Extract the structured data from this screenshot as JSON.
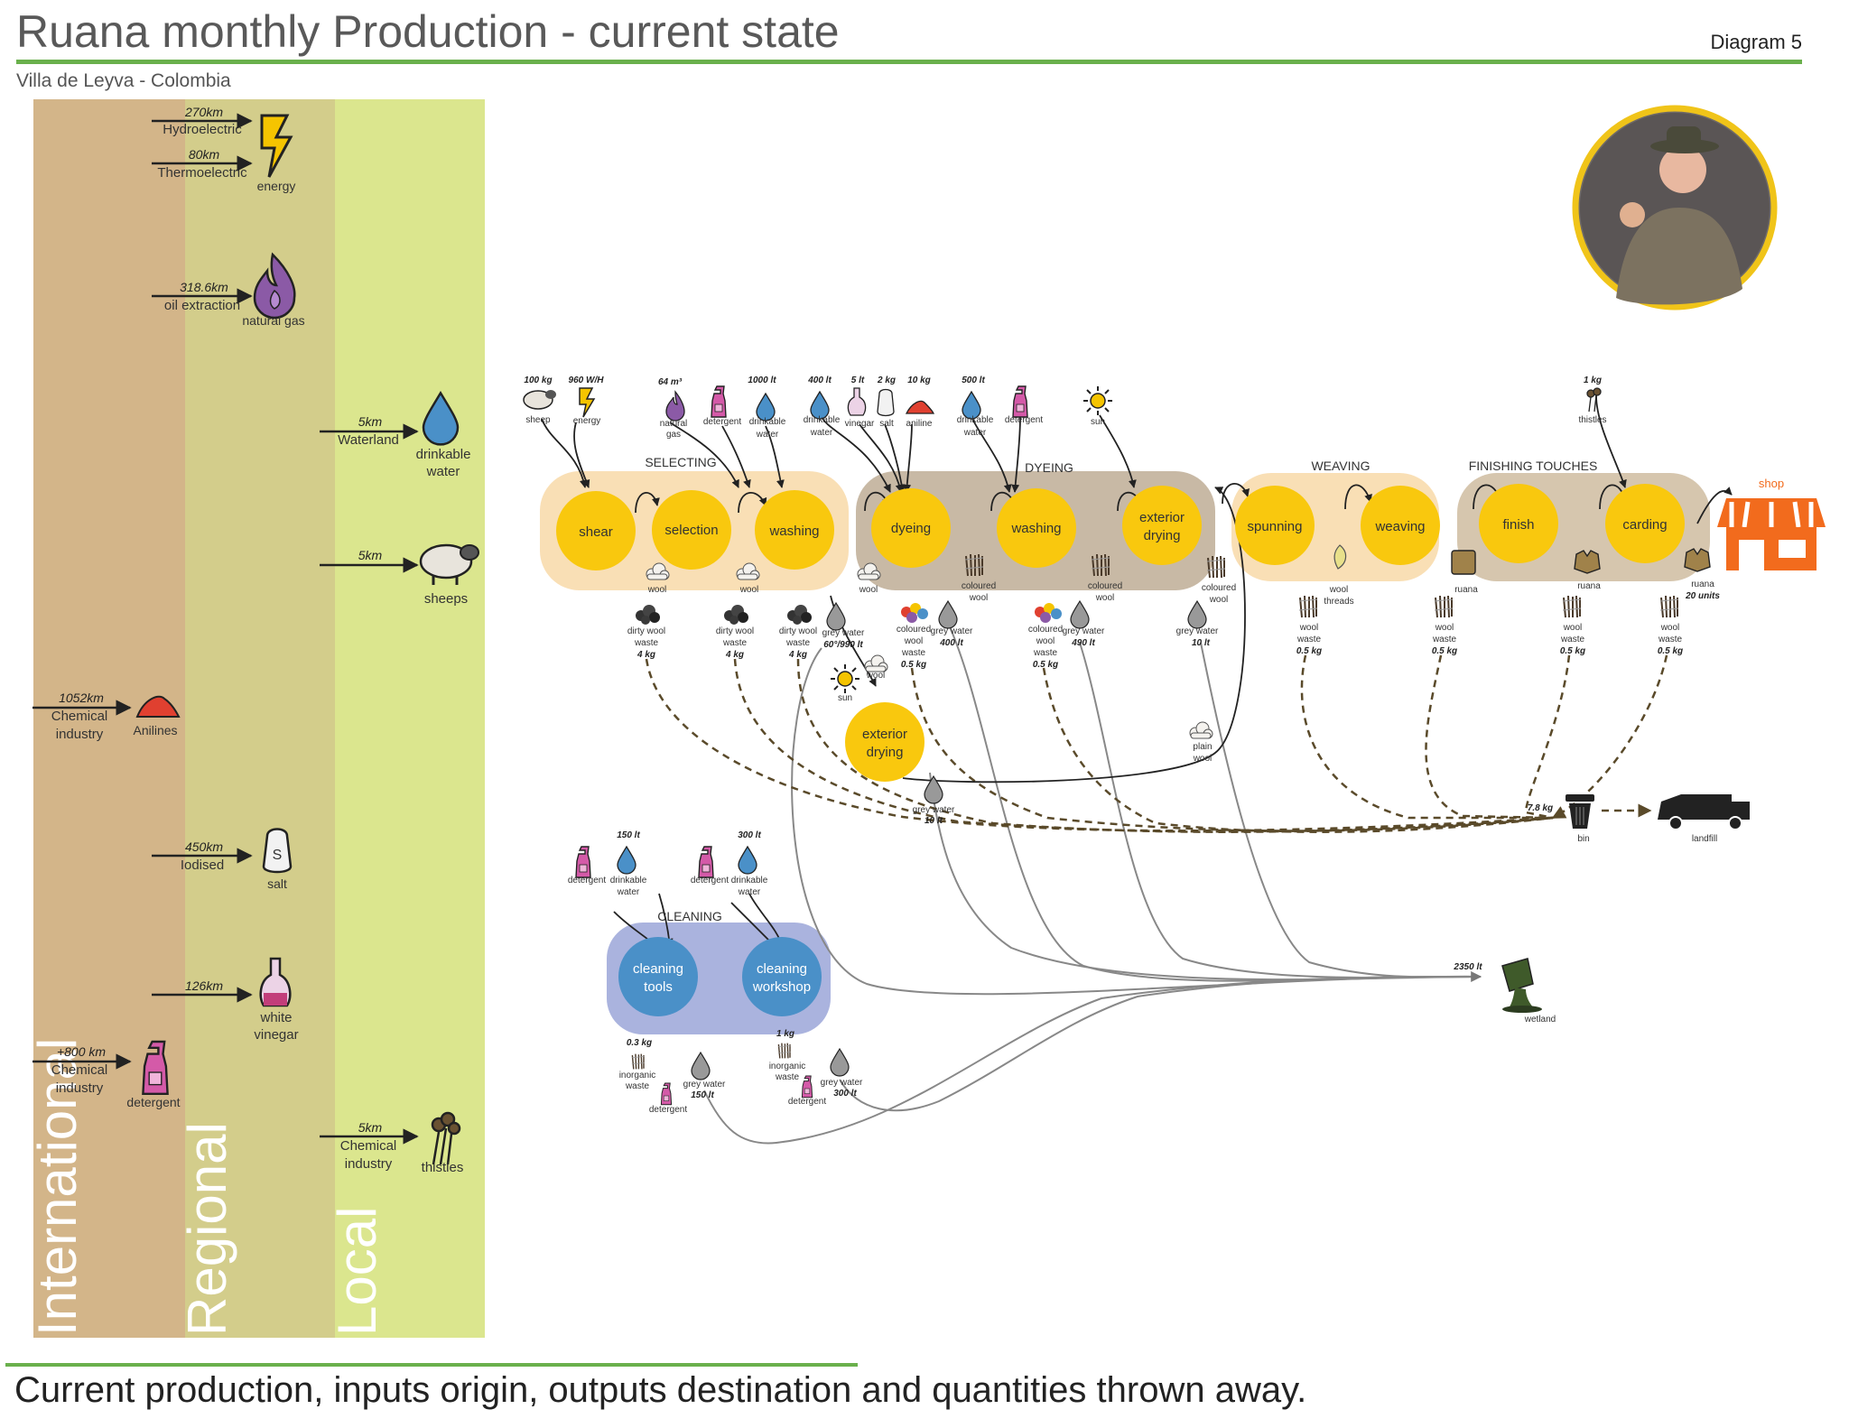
{
  "header": {
    "title": "Ruana monthly Production - current state",
    "diagram_label": "Diagram 5",
    "subtitle": "Villa de Leyva - Colombia"
  },
  "caption": "Current production, inputs origin, outputs destination and quantities thrown away.",
  "bands": [
    {
      "label": "International",
      "color": "#d3b589"
    },
    {
      "label": "Regional",
      "color": "#d3cd8b"
    },
    {
      "label": "Local",
      "color": "#dbe68e"
    }
  ],
  "sources": [
    {
      "id": "energy",
      "lines": [
        {
          "dist": "270km",
          "origin": "Hydroelectric"
        },
        {
          "dist": "80km",
          "origin": "Thermoelectric"
        }
      ],
      "label": "energy",
      "icon": "lightning-icon"
    },
    {
      "id": "gas",
      "lines": [
        {
          "dist": "318.6km",
          "origin": "oil extraction"
        }
      ],
      "label": "natural gas",
      "icon": "flame-icon"
    },
    {
      "id": "water",
      "lines": [
        {
          "dist": "5km",
          "origin": "Waterland"
        }
      ],
      "label": [
        "drinkable",
        "water"
      ],
      "icon": "water-drop-icon"
    },
    {
      "id": "sheep",
      "lines": [
        {
          "dist": "5km",
          "origin": ""
        }
      ],
      "label": "sheeps",
      "icon": "sheep-icon"
    },
    {
      "id": "anilines",
      "lines": [
        {
          "dist": "1052km",
          "origin": "Chemical",
          "origin2": "industry"
        }
      ],
      "label": "Anilines",
      "icon": "aniline-pile-icon"
    },
    {
      "id": "salt",
      "lines": [
        {
          "dist": "450km",
          "origin": "Iodised"
        }
      ],
      "label": "salt",
      "icon": "salt-shaker-icon"
    },
    {
      "id": "vinegar",
      "lines": [
        {
          "dist": "126km",
          "origin": ""
        }
      ],
      "label": [
        "white",
        "vinegar"
      ],
      "icon": "vinegar-bottle-icon"
    },
    {
      "id": "detergent",
      "lines": [
        {
          "dist": "+800 km",
          "origin": "Chemical",
          "origin2": "industry"
        }
      ],
      "label": "detergent",
      "icon": "detergent-bottle-icon"
    },
    {
      "id": "thistles",
      "lines": [
        {
          "dist": "5km",
          "origin": "Chemical",
          "origin2": "industry"
        }
      ],
      "label": "thistles",
      "icon": "thistle-icon"
    }
  ],
  "stages": [
    {
      "name": "SELECTING",
      "color": "#f9dfb5"
    },
    {
      "name": "DYEING",
      "color": "#c8b9a5"
    },
    {
      "name": "WEAVING",
      "color": "#f9dfb5"
    },
    {
      "name": "FINISHING TOUCHES",
      "color": "#d6c6ae"
    },
    {
      "name": "CLEANING",
      "color": "#aab3de"
    }
  ],
  "processes": [
    "shear",
    "selection",
    "washing",
    "dyeing",
    "washing",
    "exterior drying",
    "spunning",
    "weaving",
    "finish",
    "carding",
    "exterior drying",
    "cleaning tools",
    "cleaning workshop"
  ],
  "inputs": [
    {
      "qty": "100 kg",
      "label": "sheep"
    },
    {
      "qty": "960 W/H",
      "label": "energy"
    },
    {
      "qty": "64 m³",
      "label": "natural gas"
    },
    {
      "qty": "",
      "label": "detergent"
    },
    {
      "qty": "1000 lt",
      "label": "drinkable water"
    },
    {
      "qty": "400 lt",
      "label": "drinkable water"
    },
    {
      "qty": "5 lt",
      "label": "vinegar"
    },
    {
      "qty": "2 kg",
      "label": "salt"
    },
    {
      "qty": "10 kg",
      "label": "aniline"
    },
    {
      "qty": "500 lt",
      "label": "drinkable water"
    },
    {
      "qty": "",
      "label": "detergent"
    },
    {
      "qty": "",
      "label": "sun"
    },
    {
      "qty": "1 kg",
      "label": "thistles"
    },
    {
      "qty": "150 lt",
      "label": "drinkable water"
    },
    {
      "qty": "300 lt",
      "label": "drinkable water"
    }
  ],
  "intermediates": [
    "wool",
    "wool",
    "wool",
    "coloured wool",
    "coloured wool",
    "coloured wool",
    "wool threads",
    "ruana",
    "ruana",
    "ruana 20 units",
    "wool",
    "plain wool",
    "sun"
  ],
  "outputs": [
    {
      "label": "dirty wool waste",
      "qty": "4 kg"
    },
    {
      "label": "dirty wool waste",
      "qty": "4 kg"
    },
    {
      "label": "dirty wool waste",
      "qty": "4 kg"
    },
    {
      "label": "grey water",
      "qty": "60°/990 lt"
    },
    {
      "label": "coloured wool waste",
      "qty": "0.5 kg"
    },
    {
      "label": "grey water",
      "qty": "400 lt"
    },
    {
      "label": "coloured wool waste",
      "qty": "0.5 kg"
    },
    {
      "label": "grey water",
      "qty": "490 lt"
    },
    {
      "label": "grey water",
      "qty": "10 lt"
    },
    {
      "label": "wool waste",
      "qty": "0.5 kg"
    },
    {
      "label": "wool waste",
      "qty": "0.5 kg"
    },
    {
      "label": "wool waste",
      "qty": "0.5 kg"
    },
    {
      "label": "wool waste",
      "qty": "0.5 kg"
    },
    {
      "label": "grey water",
      "qty": "10 lt"
    },
    {
      "label": "inorganic waste",
      "qty": "0.3 kg"
    },
    {
      "label": "grey water",
      "qty": "150 lt"
    },
    {
      "label": "detergent",
      "qty": ""
    },
    {
      "label": "inorganic waste",
      "qty": "1 kg"
    },
    {
      "label": "grey water",
      "qty": "300 lt"
    },
    {
      "label": "detergent",
      "qty": ""
    }
  ],
  "destinations": [
    {
      "label": "shop",
      "qty": ""
    },
    {
      "label": "bin",
      "qty": "7.8 kg"
    },
    {
      "label": "landfill",
      "qty": ""
    },
    {
      "label": "wetland",
      "qty": "2350 lt"
    }
  ],
  "photo": {
    "alt": "artisan wearing a ruana",
    "icon": "portrait-photo"
  },
  "colors": {
    "accent_green": "#6ab04c",
    "process_yellow": "#f9c80e",
    "process_blue": "#4a90c8",
    "shop_orange": "#f26b1d",
    "waste_line": "#5a4a2a"
  }
}
